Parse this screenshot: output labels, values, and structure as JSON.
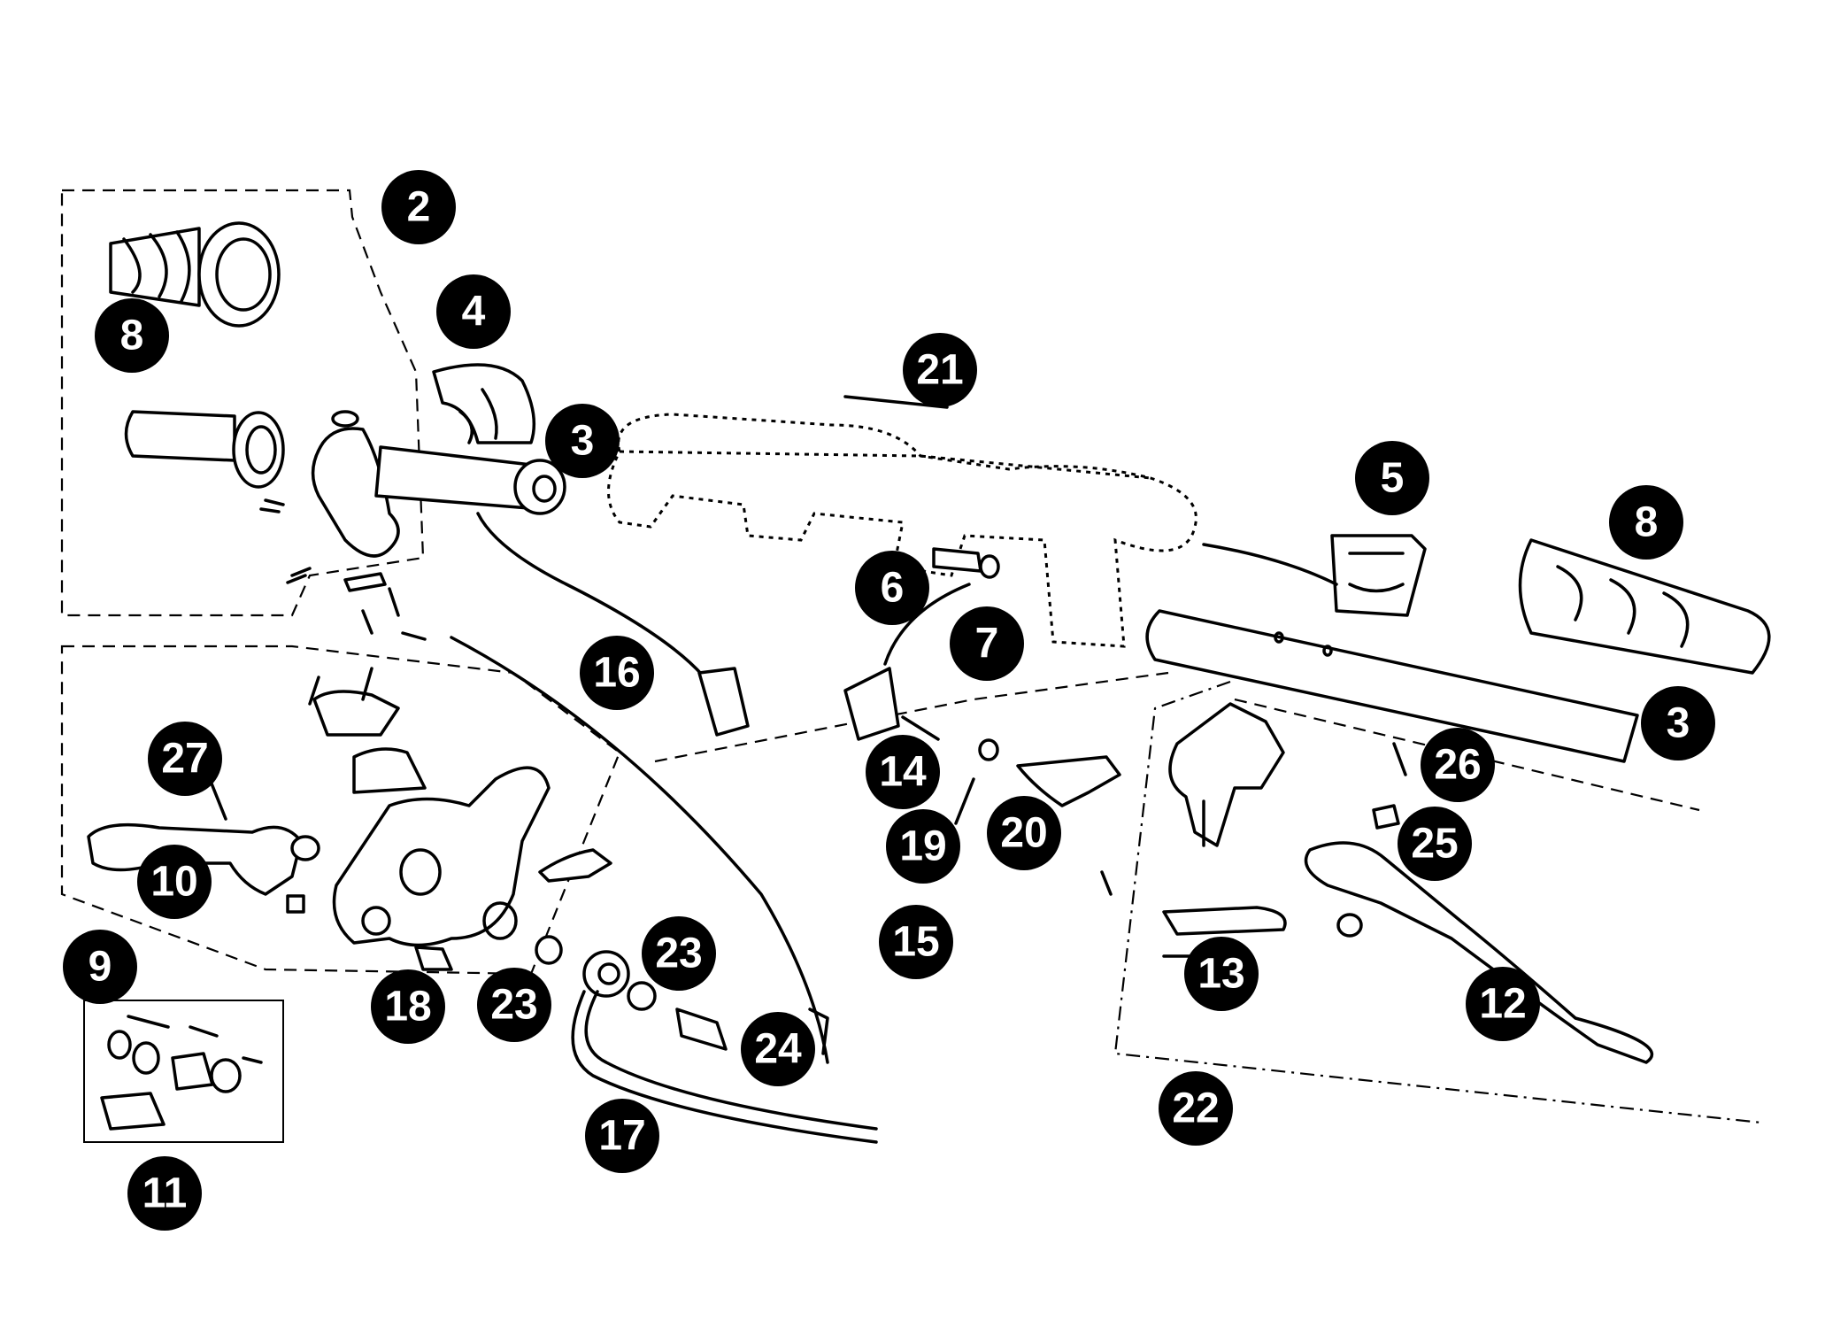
{
  "diagram": {
    "callouts": [
      {
        "id": "c2",
        "label": "2"
      },
      {
        "id": "c8a",
        "label": "8"
      },
      {
        "id": "c4",
        "label": "4"
      },
      {
        "id": "c3a",
        "label": "3"
      },
      {
        "id": "c21",
        "label": "21"
      },
      {
        "id": "c5",
        "label": "5"
      },
      {
        "id": "c8b",
        "label": "8"
      },
      {
        "id": "c6",
        "label": "6"
      },
      {
        "id": "c7",
        "label": "7"
      },
      {
        "id": "c16",
        "label": "16"
      },
      {
        "id": "c3b",
        "label": "3"
      },
      {
        "id": "c27",
        "label": "27"
      },
      {
        "id": "c14",
        "label": "14"
      },
      {
        "id": "c26",
        "label": "26"
      },
      {
        "id": "c20",
        "label": "20"
      },
      {
        "id": "c19",
        "label": "19"
      },
      {
        "id": "c25",
        "label": "25"
      },
      {
        "id": "c10",
        "label": "10"
      },
      {
        "id": "c15",
        "label": "15"
      },
      {
        "id": "c9",
        "label": "9"
      },
      {
        "id": "c23a",
        "label": "23"
      },
      {
        "id": "c13",
        "label": "13"
      },
      {
        "id": "c18",
        "label": "18"
      },
      {
        "id": "c23b",
        "label": "23"
      },
      {
        "id": "c12",
        "label": "12"
      },
      {
        "id": "c24",
        "label": "24"
      },
      {
        "id": "c22",
        "label": "22"
      },
      {
        "id": "c17",
        "label": "17"
      },
      {
        "id": "c11",
        "label": "11"
      }
    ]
  },
  "colors": {
    "ink": "#000000",
    "paper": "#ffffff"
  }
}
